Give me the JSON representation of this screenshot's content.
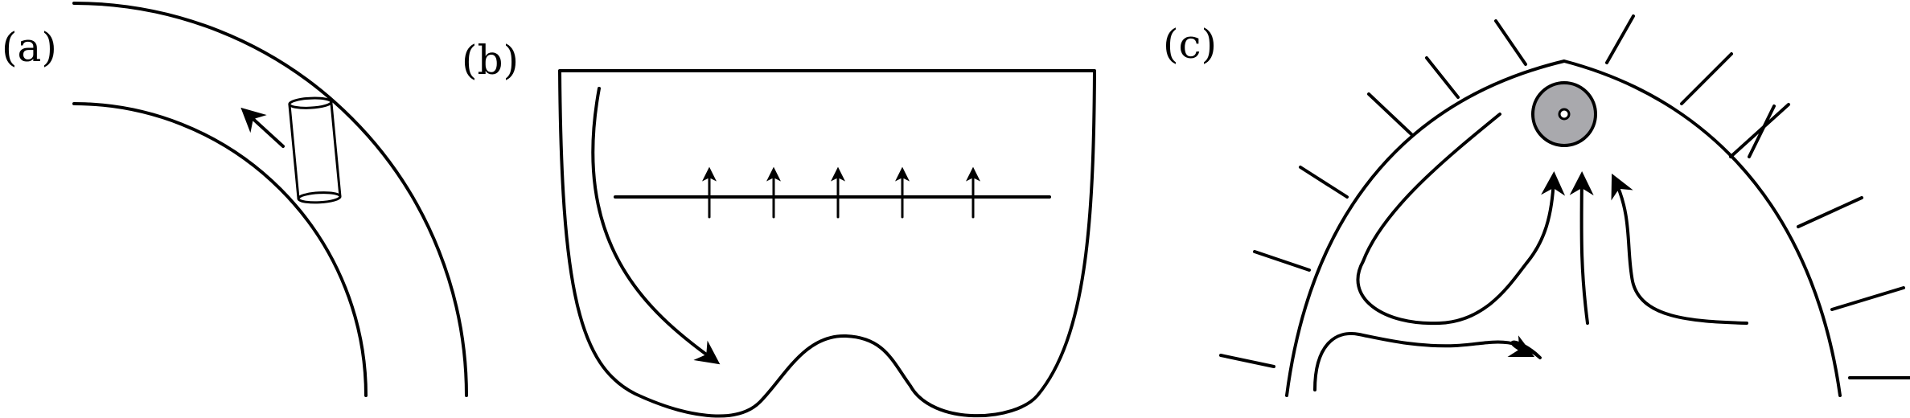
{
  "panels": {
    "a": {
      "label": "(a)"
    },
    "b": {
      "label": "(b)"
    },
    "c": {
      "label": "(c)"
    }
  },
  "colors": {
    "line": "#000000",
    "background": "#ffffff",
    "disk_fill": "#a9a9ad"
  }
}
